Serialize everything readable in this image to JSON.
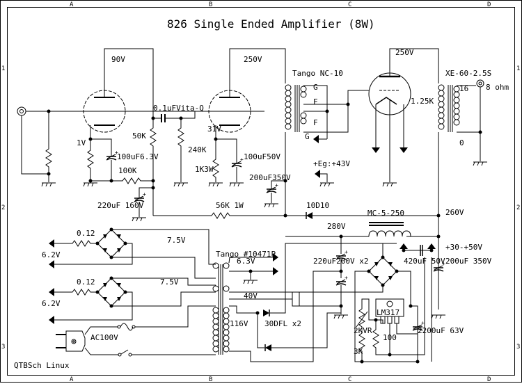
{
  "title": "826 Single Ended Amplifier (8W)",
  "footer": "QTBSch Linux",
  "grid": {
    "columns": [
      "A",
      "B",
      "C",
      "D"
    ],
    "rows": [
      "1",
      "2",
      "3"
    ]
  },
  "labels": {
    "v1_plate": "90V",
    "v2_plate": "250V",
    "v3_plate": "250V",
    "v1_cathode": "1V",
    "v2_cathode": "31V",
    "coupling_cap": "0.1uFVita-Q",
    "r_50k": "50K",
    "r_240k": "240K",
    "c_100uf_63": "100uF6.3V",
    "r_100k": "100K",
    "c_220uf_160": "220uF 160V",
    "r_1k3w": "1K3W",
    "c_100uf_50": "100uF50V",
    "c_200uf_350": "200uF350V",
    "r_56k": "56K 1W",
    "interstage": "Tango NC-10",
    "it_g1": "G",
    "it_f1": "F",
    "it_f2": "F",
    "it_g2": "G",
    "eg": "+Eg:+43V",
    "diode_10d10": "10D10",
    "choke": "MC-5-250",
    "b_260": "260V",
    "b_280": "280V",
    "output_tx": "XE-60-2.5S",
    "ot_16": "16",
    "ot_0": "0",
    "speaker": "8 ohm",
    "filament_r": "1.25K",
    "r_012_a": "0.12",
    "r_012_b": "0.12",
    "v_62_a": "6.2V",
    "v_62_b": "6.2V",
    "v_75_a": "7.5V",
    "v_75_b": "7.5V",
    "power_tx": "Tango #10471P",
    "v_63": "6.3V",
    "v_40": "40V",
    "v_116": "116V",
    "ac": "AC100V",
    "diode_30dfl": "30DFL x2",
    "c_220uf_200": "220uF200V x2",
    "bias_range": "+30-+50V",
    "c_420uf": "420uF 50V",
    "c_200uf_350b": "200uF 350V",
    "regulator": "LM317",
    "vr_2k": "2KVR",
    "r_100": "100",
    "r_3k": "3K",
    "c_2200uf": "2200uF 63V"
  },
  "icons": {
    "tube": "vacuum-tube-icon",
    "resistor": "resistor-icon",
    "capacitor": "capacitor-icon",
    "ground": "ground-icon",
    "transformer": "transformer-icon",
    "diode": "diode-icon",
    "jack": "rca-jack-icon",
    "plug": "ac-plug-icon",
    "fuse": "fuse-icon",
    "switch": "switch-icon",
    "arrow": "arrow-terminal-icon"
  }
}
